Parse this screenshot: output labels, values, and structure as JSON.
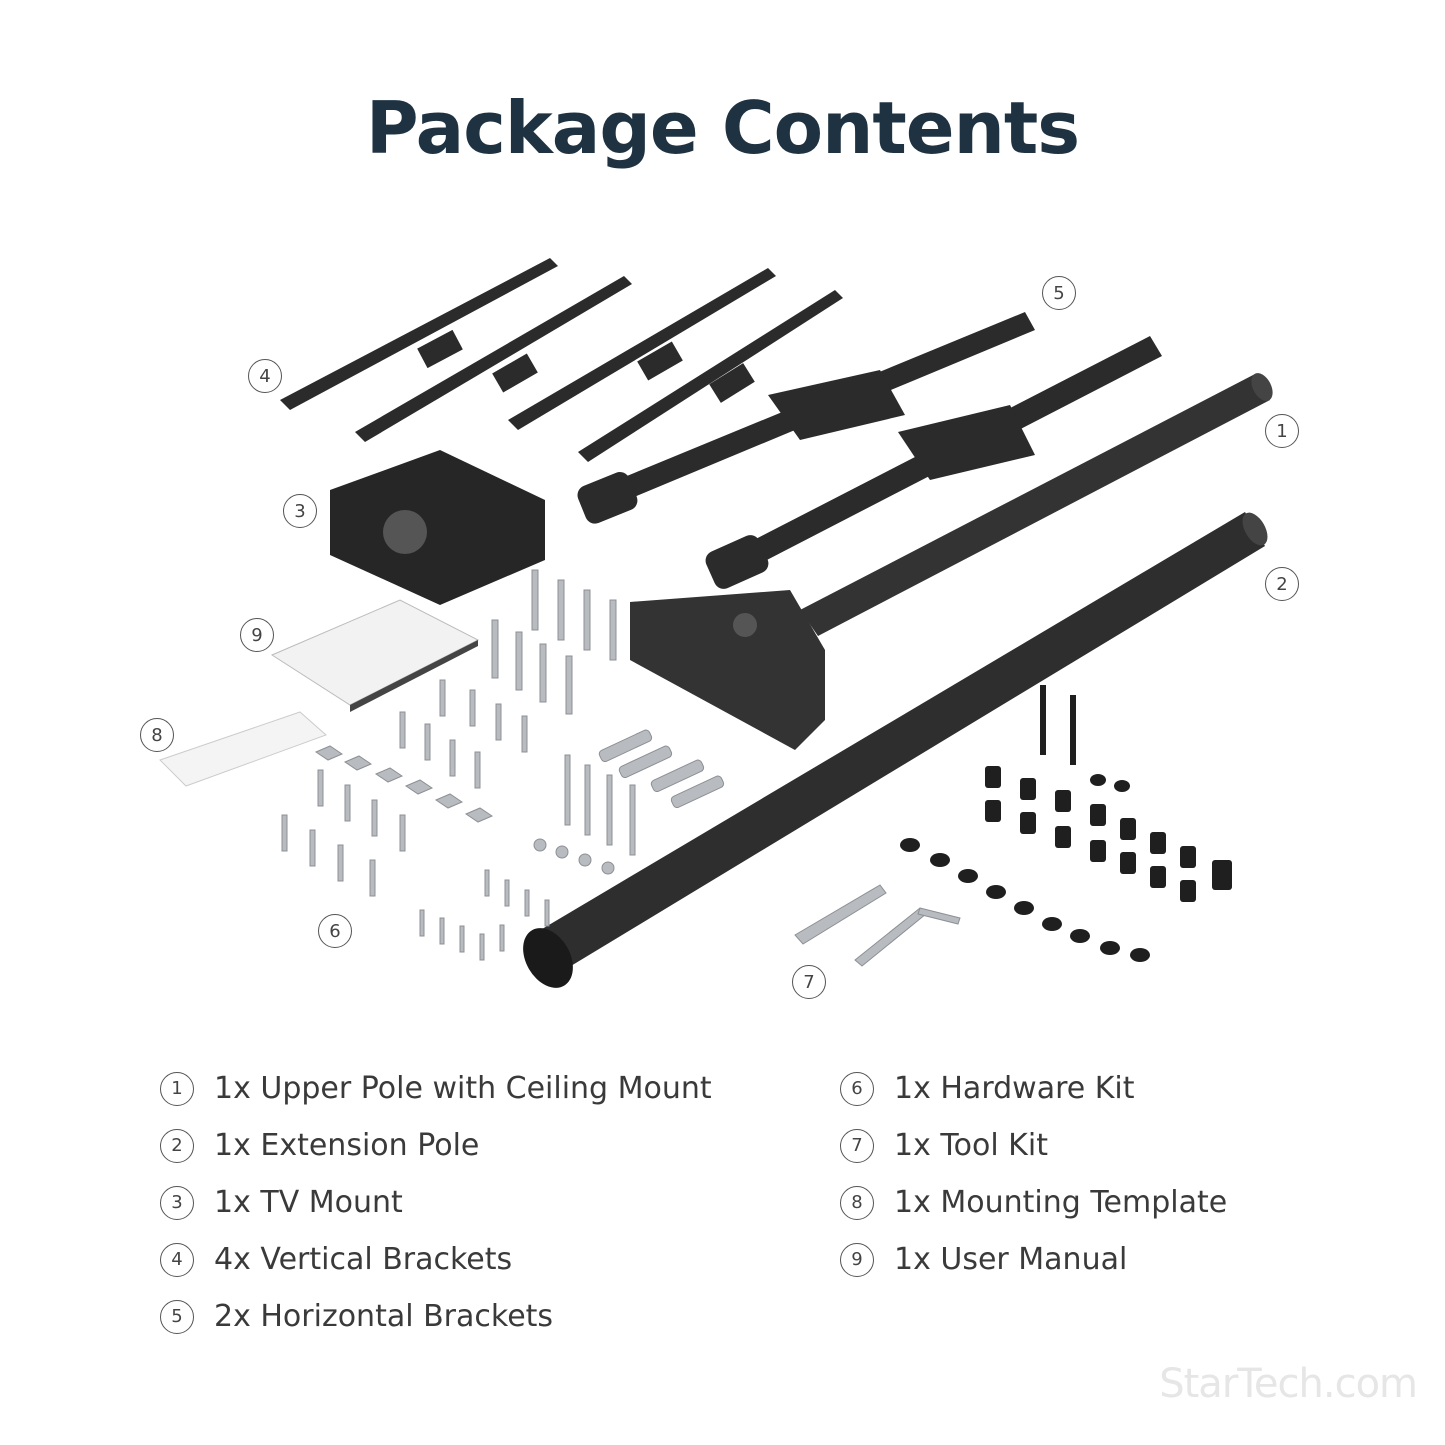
{
  "title": "Package Contents",
  "logo_text": "StarTech.com",
  "colors": {
    "title": "#1e3242",
    "metal_dark": "#2b2b2b",
    "hardware_silver": "#b8bcc0",
    "text": "#3a3a3a"
  },
  "callouts": [
    "1",
    "2",
    "3",
    "4",
    "5",
    "6",
    "7",
    "8",
    "9"
  ],
  "items_left": [
    {
      "num": "1",
      "label": "1x Upper Pole with Ceiling Mount"
    },
    {
      "num": "2",
      "label": "1x Extension Pole"
    },
    {
      "num": "3",
      "label": "1x TV Mount"
    },
    {
      "num": "4",
      "label": "4x Vertical Brackets"
    },
    {
      "num": "5",
      "label": "2x Horizontal Brackets"
    }
  ],
  "items_right": [
    {
      "num": "6",
      "label": "1x Hardware Kit"
    },
    {
      "num": "7",
      "label": "1x Tool Kit"
    },
    {
      "num": "8",
      "label": "1x Mounting Template"
    },
    {
      "num": "9",
      "label": "1x User Manual"
    }
  ]
}
